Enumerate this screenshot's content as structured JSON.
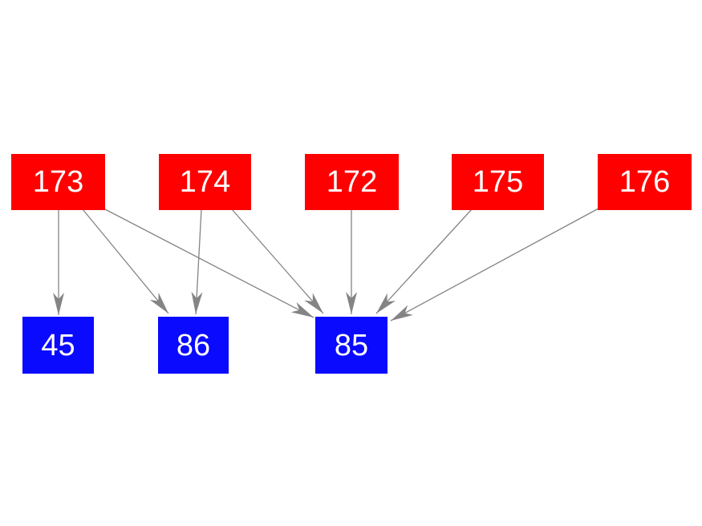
{
  "graph": {
    "background_color": "#ffffff",
    "source_node_color": "#ff0000",
    "target_node_color": "#0a0aff",
    "node_text_color": "#ffffff",
    "edge_color": "#848484",
    "nodes": [
      {
        "id": "173",
        "label": "173",
        "role": "source"
      },
      {
        "id": "174",
        "label": "174",
        "role": "source"
      },
      {
        "id": "172",
        "label": "172",
        "role": "source"
      },
      {
        "id": "175",
        "label": "175",
        "role": "source"
      },
      {
        "id": "176",
        "label": "176",
        "role": "source"
      },
      {
        "id": "45",
        "label": "45",
        "role": "target"
      },
      {
        "id": "86",
        "label": "86",
        "role": "target"
      },
      {
        "id": "85",
        "label": "85",
        "role": "target"
      }
    ],
    "edges": [
      {
        "from": "173",
        "to": "45"
      },
      {
        "from": "173",
        "to": "86"
      },
      {
        "from": "173",
        "to": "85"
      },
      {
        "from": "174",
        "to": "86"
      },
      {
        "from": "174",
        "to": "85"
      },
      {
        "from": "172",
        "to": "85"
      },
      {
        "from": "175",
        "to": "85"
      },
      {
        "from": "176",
        "to": "85"
      }
    ]
  }
}
